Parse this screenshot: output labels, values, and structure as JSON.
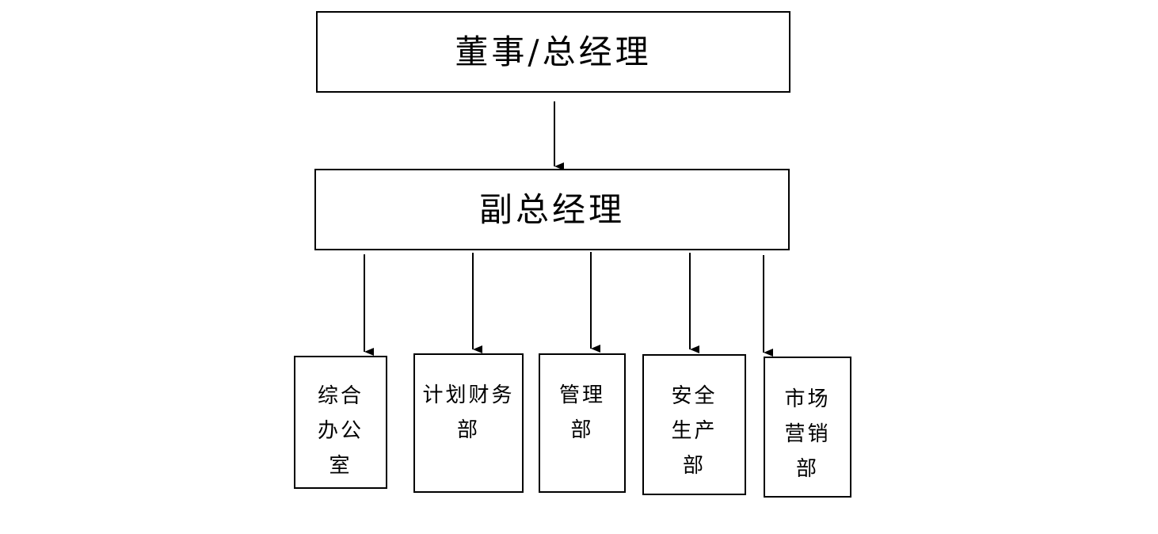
{
  "colors": {
    "line": "#000000",
    "background": "#ffffff"
  },
  "top_node": {
    "label": "董事/总经理"
  },
  "middle_node": {
    "label": "副总经理"
  },
  "departments": [
    {
      "lines": [
        "综合",
        "办公",
        "室"
      ]
    },
    {
      "lines": [
        "计划财务",
        "部"
      ]
    },
    {
      "lines": [
        "管理",
        "部"
      ]
    },
    {
      "lines": [
        "安全",
        "生产",
        "部"
      ]
    },
    {
      "lines": [
        "市场",
        "营销",
        "部"
      ]
    }
  ]
}
